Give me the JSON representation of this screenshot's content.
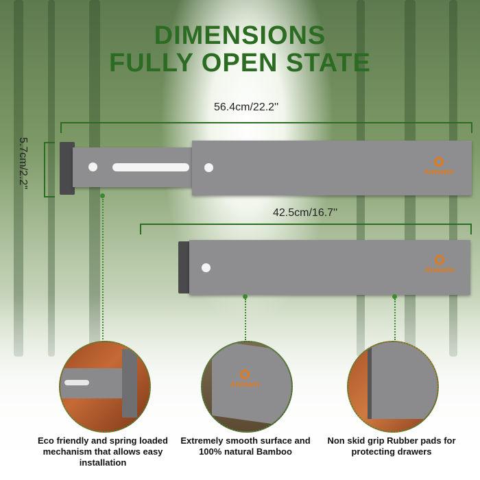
{
  "title": {
    "line1": "DIMENSIONS",
    "line2": "FULLY OPEN STATE"
  },
  "dimensions": {
    "length_full": "56.4cm/22.2''",
    "height": "5.7cm/2.2\"",
    "length_closed": "42.5cm/16.7''"
  },
  "brand": "Antowin",
  "features": [
    "Eco friendly and spring loaded mechanism that allows easy installation",
    "Extremely smooth surface and 100% natural Bamboo",
    "Non skid grip Rubber pads for protecting drawers"
  ],
  "colors": {
    "title_green": "#2c6b22",
    "divider_gray": "#8e8e91",
    "logo_orange": "#e07a1f"
  }
}
